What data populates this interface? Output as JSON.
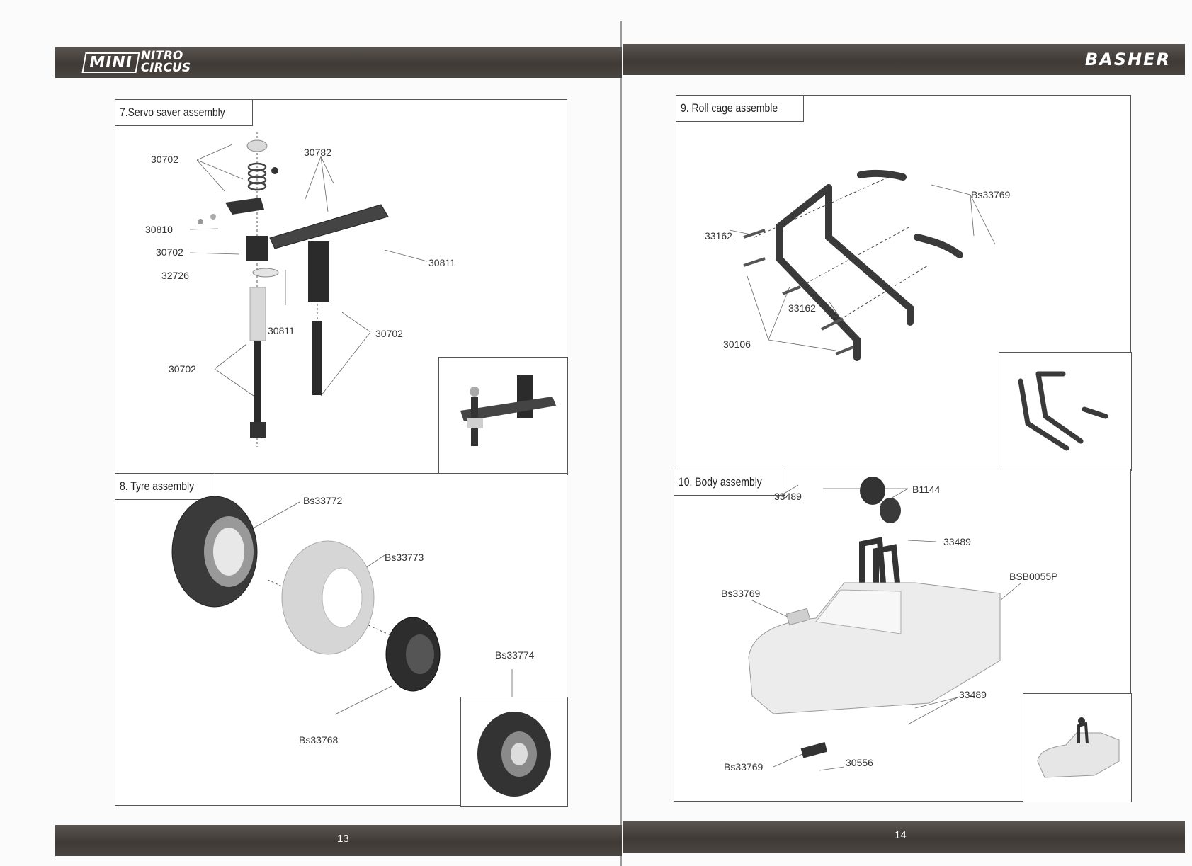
{
  "header": {
    "left_logo": {
      "box_text": "MINI",
      "line1": "NITRO",
      "line2": "CIRCUS"
    },
    "right_logo": "BASHER"
  },
  "pages": [
    {
      "number": "13"
    },
    {
      "number": "14"
    }
  ],
  "sections": {
    "servo_saver": {
      "title": "7.Servo saver assembly",
      "labels": [
        "30702",
        "30782",
        "30810",
        "30702",
        "32726",
        "30811",
        "30811",
        "30702",
        "30702"
      ]
    },
    "tyre": {
      "title": "8. Tyre assembly",
      "labels": [
        "Bs33772",
        "Bs33773",
        "Bs33774",
        "Bs33768"
      ]
    },
    "roll_cage": {
      "title": "9. Roll cage assemble",
      "labels": [
        "Bs33769",
        "33162",
        "33162",
        "30106"
      ]
    },
    "body": {
      "title": "10. Body assembly",
      "labels": [
        "33489",
        "B1144",
        "33489",
        "BSB0055P",
        "Bs33769",
        "33489",
        "Bs33769",
        "30556"
      ]
    }
  },
  "colors": {
    "band": "#4a4541",
    "line": "#555555",
    "part_dark": "#333333",
    "part_light": "#d9d9d9"
  }
}
